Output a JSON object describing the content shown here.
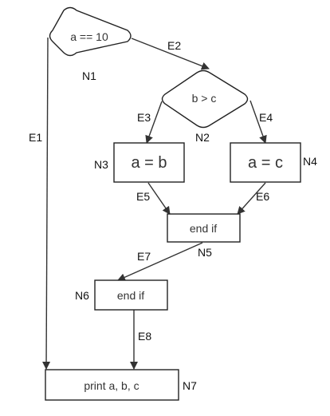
{
  "nodes": {
    "n1": {
      "text": "a == 10",
      "id_label": "N1"
    },
    "n2": {
      "text": "b > c",
      "id_label": "N2"
    },
    "n3": {
      "text": "a = b",
      "id_label": "N3"
    },
    "n4": {
      "text": "a = c",
      "id_label": "N4"
    },
    "n5": {
      "text": "end if",
      "id_label": "N5"
    },
    "n6": {
      "text": "end if",
      "id_label": "N6"
    },
    "n7": {
      "text": "print a, b, c",
      "id_label": "N7"
    }
  },
  "edges": {
    "e1": "E1",
    "e2": "E2",
    "e3": "E3",
    "e4": "E4",
    "e5": "E5",
    "e6": "E6",
    "e7": "E7",
    "e8": "E8"
  }
}
